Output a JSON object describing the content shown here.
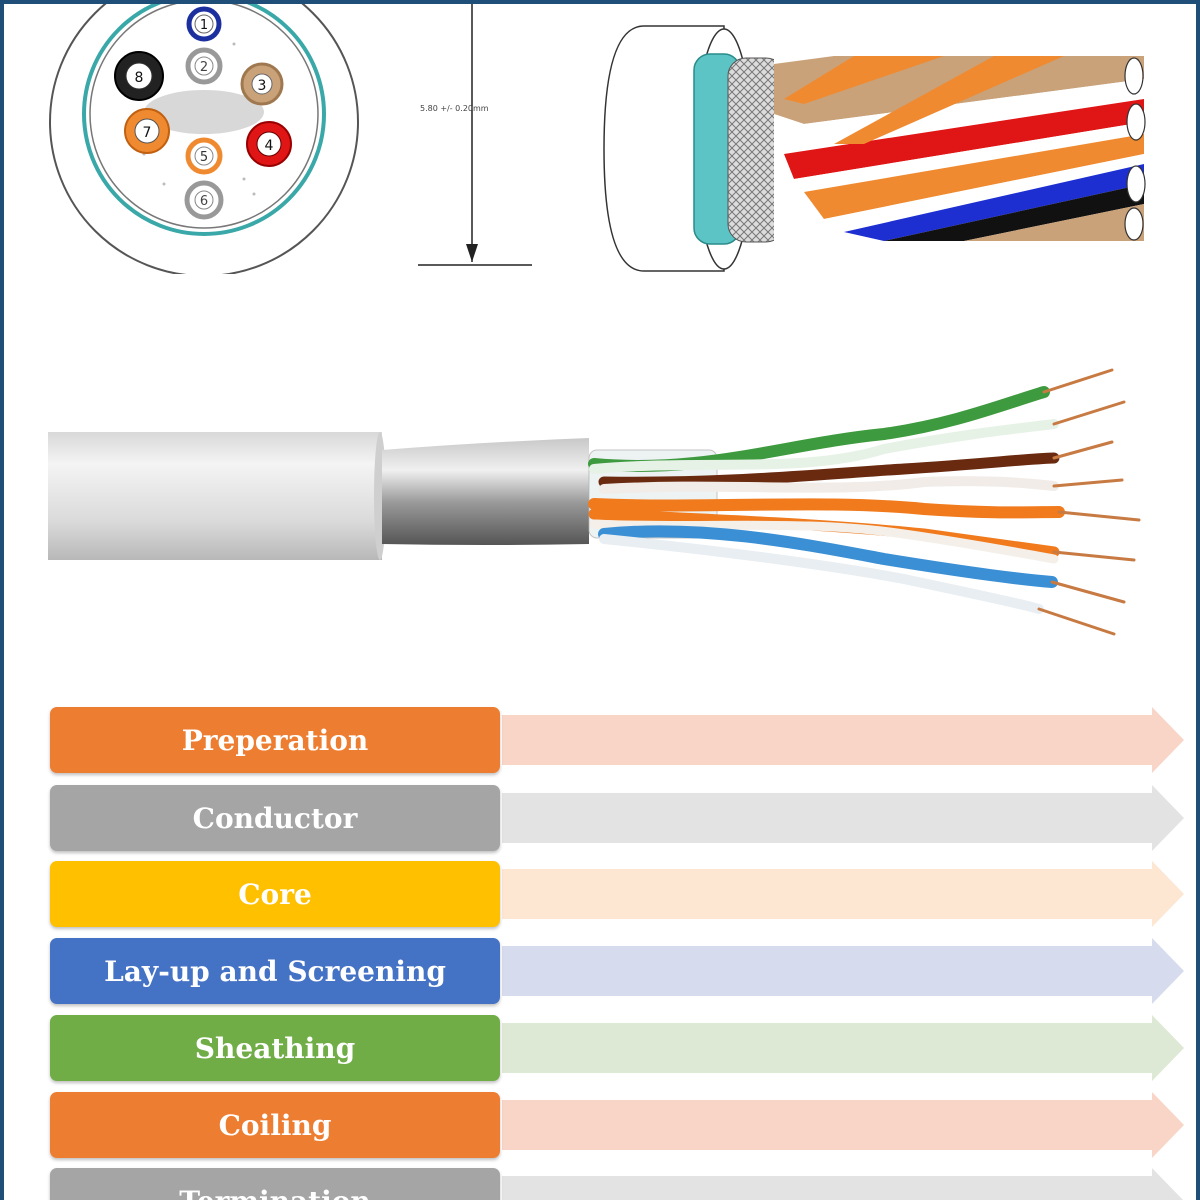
{
  "dimension_text": "5.80 +/- 0.20mm",
  "pair_numbers": [
    "1",
    "2",
    "3",
    "4",
    "5",
    "6",
    "7",
    "8"
  ],
  "steps": [
    {
      "label": "Preperation",
      "color": "#ed7d31",
      "arrow_color": "#f8d5c6"
    },
    {
      "label": "Conductor",
      "color": "#a5a5a5",
      "arrow_color": "#e3e3e3"
    },
    {
      "label": "Core",
      "color": "#ffc000",
      "arrow_color": "#fde6d2"
    },
    {
      "label": "Lay-up and Screening",
      "color": "#4472c4",
      "arrow_color": "#d6dbed"
    },
    {
      "label": "Sheathing",
      "color": "#70ad47",
      "arrow_color": "#dde9d4"
    },
    {
      "label": "Coiling",
      "color": "#ed7d31",
      "arrow_color": "#f8d5c6"
    },
    {
      "label": "Termination",
      "color": "#a5a5a5",
      "arrow_color": "#e3e3e3"
    }
  ]
}
